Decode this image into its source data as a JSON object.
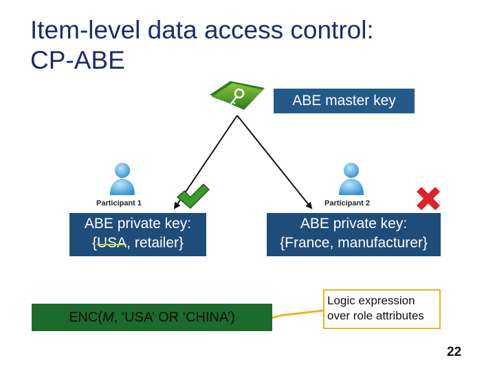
{
  "title": {
    "line1": "Item-level data access control:",
    "line2": "CP-ABE"
  },
  "master_key": {
    "label": "ABE master key",
    "icon": "green-folder-key-icon"
  },
  "participant1": {
    "label": "Participant 1",
    "status": "check-mark",
    "private_key": {
      "line1": "ABE private key:",
      "prefix": "{",
      "attr1": "USA",
      "attr1_overlay": "USA",
      "suffix": ", retailer}"
    }
  },
  "participant2": {
    "label": "Participant 2",
    "status": "cross-mark",
    "private_key": {
      "line1": "ABE private key:",
      "line2": "{France, manufacturer}"
    }
  },
  "encryption": {
    "prefix": "ENC(",
    "message": "M",
    "rest": ",   ‘USA’  OR  ‘CHINA’)"
  },
  "annotation": {
    "line1": "Logic expression",
    "line2": "over role attributes"
  },
  "page_number": "22",
  "colors": {
    "title": "#1f2a6b",
    "key_box": "#1f4d7a",
    "enc_box": "#1c6a2c",
    "annotation_border": "#f0b21c",
    "check": "#3a9a2a",
    "cross": "#e0202a"
  }
}
